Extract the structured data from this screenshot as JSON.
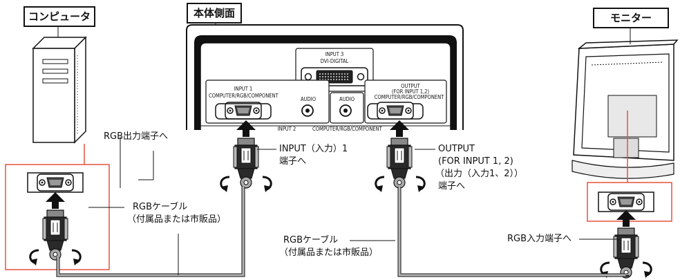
{
  "labels": {
    "computer": "コンピュータ",
    "body_side": "本体側面",
    "monitor": "モニター"
  },
  "panel": {
    "input3_line1": "INPUT 3",
    "input3_line2": "DVI-DIGITAL",
    "input1_line1": "INPUT 1",
    "input1_line2": "COMPUTER/RGB/COMPONENT",
    "audio_left": "AUDIO",
    "audio_right": "AUDIO",
    "output_line1": "OUTPUT",
    "output_line2": "(FOR INPUT 1,2)",
    "output_line3": "COMPUTER/RGB/COMPONENT",
    "input2_partial": "INPUT 2",
    "input2_sub_partial": "COMPUTER/RGB/COMPONENT"
  },
  "callouts": {
    "rgb_out": "RGB出力端子へ",
    "input1_l1": "INPUT（入力）1",
    "input1_l2": "端子へ",
    "output_l1": "OUTPUT",
    "output_l2": "(FOR INPUT 1, 2)",
    "output_l3": "（出力（入力1、2））",
    "output_l4": "端子へ",
    "cable1_l1": "RGBケーブル",
    "cable1_l2": "（付属品または市販品）",
    "cable2_l1": "RGBケーブル",
    "cable2_l2": "（付属品または市販品）",
    "rgb_in": "RGB入力端子へ"
  },
  "colors": {
    "highlight": "#e8503a",
    "cable": "#b5b5b5",
    "line": "#111111"
  }
}
